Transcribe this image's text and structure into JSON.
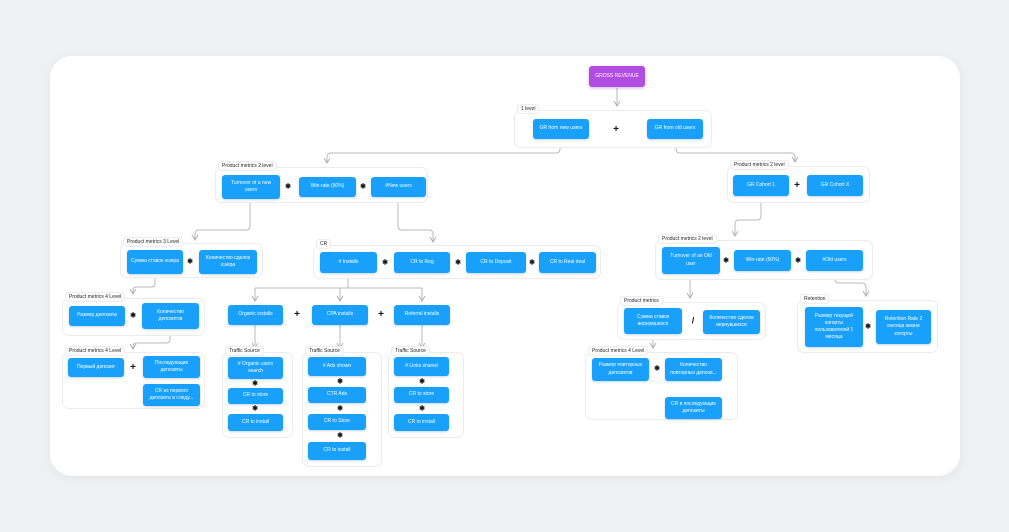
{
  "colors": {
    "node_blue": "#18a0fb",
    "root_purple": "#b14de0",
    "connector_gray": "#b0b0b0",
    "canvas_white": "#ffffff",
    "page_gray": "#eff0f2"
  },
  "operators": {
    "multiply": "✱",
    "plus": "+",
    "divide": "/"
  },
  "root": {
    "label": "GROSS REVENUE"
  },
  "frames": {
    "level1": {
      "label": "1 level",
      "nodes": [
        "GR from new users",
        "GR from old users"
      ]
    },
    "pm2_new": {
      "label": "Product metrics 2 level",
      "nodes": [
        "Turnover of a new users",
        "Win-rate (50%)",
        "#New users"
      ]
    },
    "pm2_cohorts": {
      "label": "Product metrics 2 level",
      "nodes": [
        "GR Cohort 1",
        "GR Cohort X"
      ]
    },
    "pm3": {
      "label": "Product metrics 3 Level",
      "nodes": [
        "Сумма ставок юзера",
        "Количество сделок юзера"
      ]
    },
    "cr": {
      "label": "CR",
      "nodes": [
        "# Installs",
        "CR to Reg",
        "CR to Deposit",
        "CR to Real deal"
      ]
    },
    "pm2_old": {
      "label": "Product metrics 2 level",
      "nodes": [
        "Turnover of an Old user",
        "Win-rate (50%)",
        "#Old users"
      ]
    },
    "pm4_dep": {
      "label": "Product metrics 4 Level",
      "nodes": [
        "Размер депозита",
        "Количество депозитов"
      ]
    },
    "installs_row": {
      "nodes": [
        "Organic installs",
        "CPA installs",
        "Referral installs"
      ]
    },
    "pm_returning": {
      "label": "Product metrics",
      "nodes": [
        "Сумма ставок вернувшихся",
        "Количество сделок вернувшихся"
      ]
    },
    "retention": {
      "label": "Retention",
      "nodes": [
        "Размер текущей когорты пользователей 1 месяца",
        "Retention Rate 2 месяца жизни когорты"
      ]
    },
    "pm4_first": {
      "label": "Product metrics 4 Level",
      "nodes": [
        "Первый депозит",
        "Последующие депозиты",
        "CR из первого депозита в следу..."
      ]
    },
    "ts_organic": {
      "label": "Traffic Source",
      "nodes": [
        "# Organic users search",
        "CR to store",
        "CR to install"
      ]
    },
    "ts_ads": {
      "label": "Traffic Source",
      "nodes": [
        "# Ads shown",
        "CTR Ads",
        "CR to Store",
        "CR to install"
      ]
    },
    "ts_links": {
      "label": "Traffic Source",
      "nodes": [
        "# Links shared",
        "CR to store",
        "CR to install"
      ]
    },
    "pm4_repeat": {
      "label": "Product metrics 4 Level",
      "nodes": [
        "Размер повторных депозитов",
        "Количество повторных депози...",
        "CR в последующие депозиты"
      ]
    }
  }
}
